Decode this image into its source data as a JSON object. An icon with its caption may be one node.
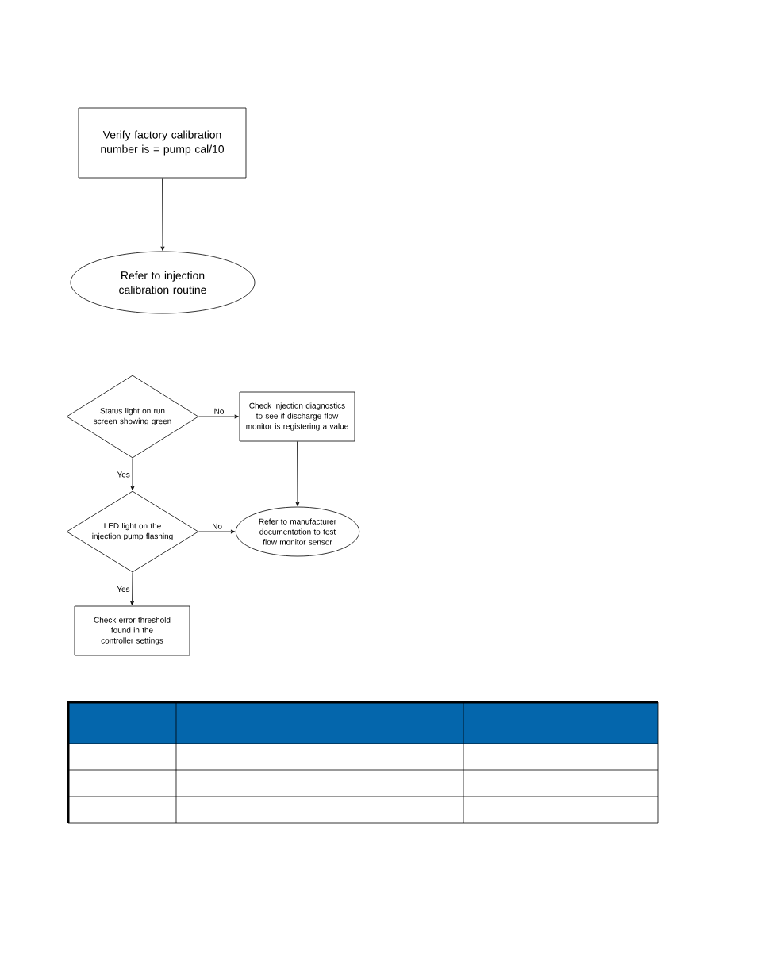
{
  "diagram": {
    "nodes": [
      {
        "text": [
          "Verify factory calibration number is = pump cal/10"
        ]
      },
      {
        "text": [
          "Refer to injection calibration routine"
        ]
      },
      {
        "text": [
          "Status light on run screen showing green"
        ]
      },
      {
        "text": [
          "Check injection diagnostics to see if discharge flow monitor is registering a value"
        ]
      },
      {
        "text": [
          "LED light on the injection pump flashing"
        ]
      },
      {
        "text": [
          "Refer to manufacturer documentation to test flow monitor sensor"
        ]
      },
      {
        "text": [
          "Check error threshold found in the controller settings"
        ]
      }
    ],
    "edges": [
      {
        "from": 0,
        "to": 1,
        "arrow": "to"
      },
      {
        "from": 2,
        "to": 3,
        "arrow": "to",
        "label": "No"
      },
      {
        "from": 2,
        "to": 4,
        "arrow": "to",
        "label": "Yes"
      },
      {
        "from": 3,
        "to": 5,
        "arrow": "to"
      },
      {
        "from": 4,
        "to": 5,
        "arrow": "to",
        "label": "No"
      },
      {
        "from": 4,
        "to": 6,
        "arrow": "to",
        "label": "Yes"
      }
    ]
  }
}
